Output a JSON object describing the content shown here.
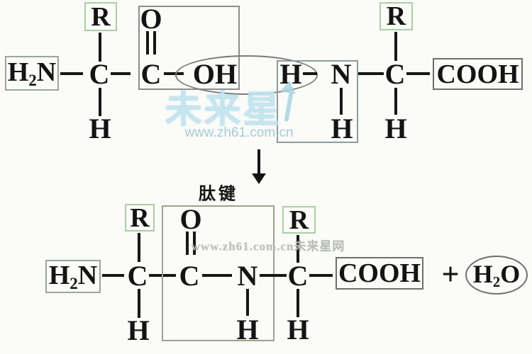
{
  "colors": {
    "background": "#fbfbf8",
    "structure_ink": "#141414",
    "r_box_border": "#a9d0a1",
    "amine_box_border": "#99a69c",
    "carbonyl_box_border": "#8c8c8c",
    "amide_box_border": "#8d9c9c",
    "cooh_box_border": "#6e6e6e",
    "peptide_box_border": "#9aa48d",
    "ellipse_border": "#7a7a7a",
    "watermark_logo_color": "#c0e3ef",
    "watermark_url_color": "#a3ccda",
    "watermark_bottom_color": "#b7bbb7"
  },
  "watermarks": {
    "top_logo": "未来星",
    "top_url": "www.zh61.com.cn",
    "bottom_text": "www.zh61.com.cn未来星网"
  },
  "annotations": {
    "peptide_bond_label": "肽键",
    "plus_sign": "+"
  },
  "reactant_left": {
    "amine_h": "H",
    "amine_sub": "2",
    "amine_n": "N",
    "r_group": "R",
    "alpha_c": "C",
    "alpha_h": "H",
    "carbonyl_c": "C",
    "carbonyl_o": "O",
    "hydroxyl": "OH"
  },
  "reactant_right": {
    "amine_h_left": "H",
    "amine_n": "N",
    "amine_h_bottom": "H",
    "r_group": "R",
    "alpha_c": "C",
    "alpha_h": "H",
    "carboxyl": "COOH"
  },
  "product": {
    "amine_h": "H",
    "amine_sub": "2",
    "amine_n": "N",
    "r_group_1": "R",
    "alpha_c_1": "C",
    "alpha_h_1": "H",
    "carbonyl_c": "C",
    "carbonyl_o": "O",
    "amide_n": "N",
    "amide_h": "H",
    "r_group_2": "R",
    "alpha_c_2": "C",
    "alpha_h_2": "H",
    "carboxyl": "COOH"
  },
  "byproduct": {
    "water_h": "H",
    "water_sub": "2",
    "water_o": "O"
  }
}
